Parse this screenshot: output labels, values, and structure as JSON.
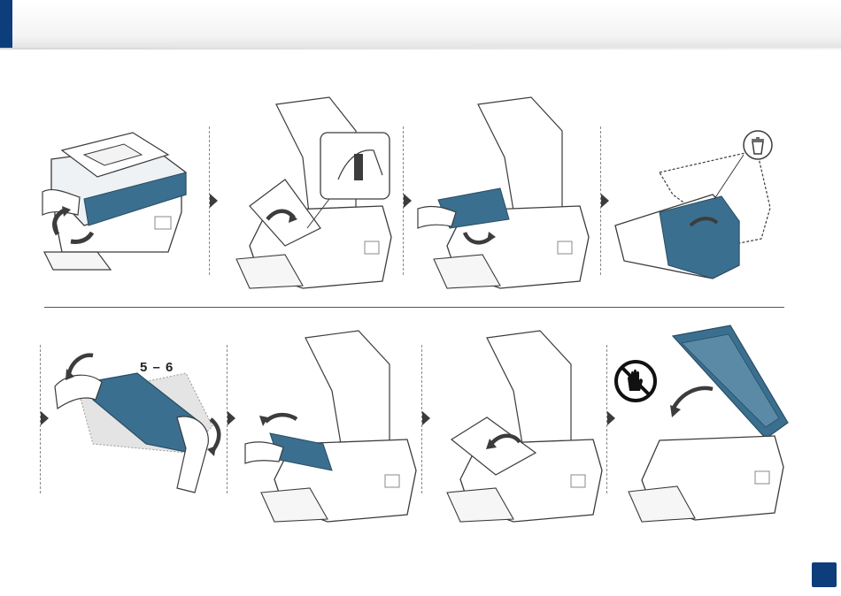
{
  "steps_row1": [
    "open-scanner-unit",
    "open-inner-cover",
    "remove-toner-cartridge",
    "unpack-new-cartridge"
  ],
  "steps_row2": [
    "shake-cartridge",
    "insert-cartridge",
    "close-inner-cover",
    "close-scanner-unit"
  ],
  "shake_label": "5 – 6",
  "colors": {
    "accent": "#0d3d7a",
    "part_highlight": "#3a6f8f",
    "line": "#3c3c3c"
  },
  "icons": [
    "recycle-icon",
    "do-not-touch-icon"
  ]
}
